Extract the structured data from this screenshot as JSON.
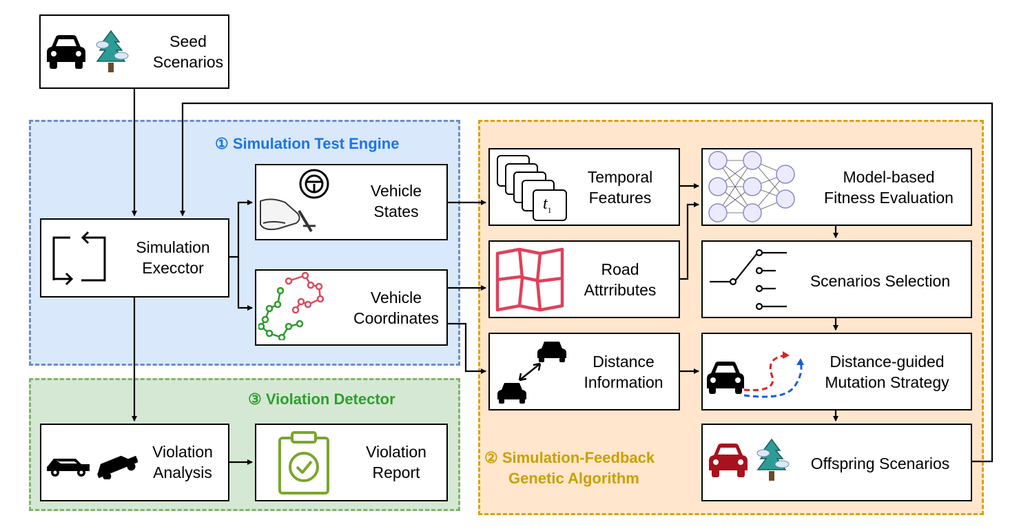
{
  "regions": {
    "simulation_test_engine": "① Simulation Test Engine",
    "violation_detector": "③ Violation Detector",
    "genetic_algorithm_line1": "② Simulation-Feedback",
    "genetic_algorithm_line2": "Genetic Algorithm"
  },
  "nodes": {
    "seed_scenarios": [
      "Seed",
      "Scenarios"
    ],
    "simulation_executor": [
      "Simulation",
      "Execctor"
    ],
    "vehicle_states": [
      "Vehicle",
      "States"
    ],
    "vehicle_coordinates": [
      "Vehicle",
      "Coordinates"
    ],
    "temporal_features": [
      "Temporal",
      "Features"
    ],
    "road_attributes": [
      "Road",
      "Attrributes"
    ],
    "distance_information": [
      "Distance",
      "Information"
    ],
    "fitness_evaluation": [
      "Model-based",
      "Fitness Evaluation"
    ],
    "scenarios_selection": [
      "Scenarios Selection"
    ],
    "mutation_strategy": [
      "Distance-guided",
      "Mutation Strategy"
    ],
    "offspring_scenarios": [
      "Offspring Scenarios"
    ],
    "violation_analysis": [
      "Violation",
      "Analysis"
    ],
    "violation_report": [
      "Violation",
      "Report"
    ]
  },
  "temporal_icon_text": "t",
  "temporal_icon_sub": "1",
  "colors": {
    "blue_title": "#1a75e8",
    "green_title": "#2ca02c",
    "orange_title": "#c9a000",
    "road_red": "#e0405a",
    "coord_green": "#2a9a2a",
    "coord_red": "#d94a5a",
    "report_green": "#7aa62b",
    "offspring_car": "#a8121e",
    "tree_teal": "#2c9c96"
  },
  "icons": [
    "car-icon",
    "tree-icon",
    "loop-icon",
    "steering-wheel-icon",
    "pedal-icon",
    "coordinates-icon",
    "frames-icon",
    "map-icon",
    "cars-distance-icon",
    "neural-network-icon",
    "switch-icon",
    "mutation-car-icon",
    "crashed-cars-icon",
    "clipboard-check-icon"
  ]
}
